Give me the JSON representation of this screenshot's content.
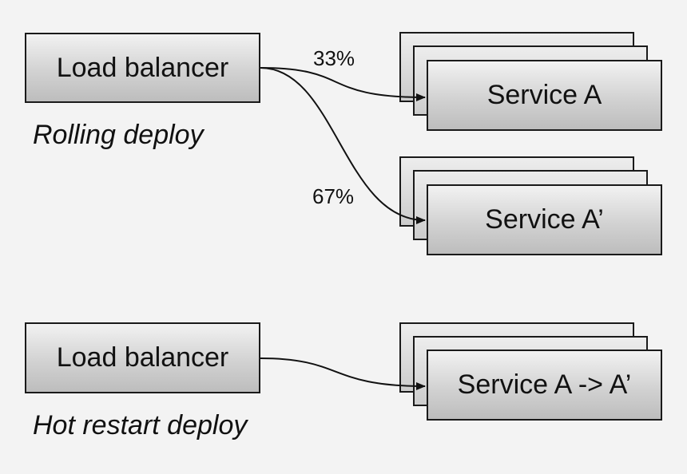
{
  "rolling": {
    "load_balancer_label": "Load balancer",
    "caption": "Rolling deploy",
    "service_a_label": "Service A",
    "service_a_prime_label": "Service A’",
    "split_a": "33%",
    "split_a_prime": "67%"
  },
  "hot_restart": {
    "load_balancer_label": "Load balancer",
    "caption": "Hot restart deploy",
    "service_label": "Service A -> A’"
  }
}
